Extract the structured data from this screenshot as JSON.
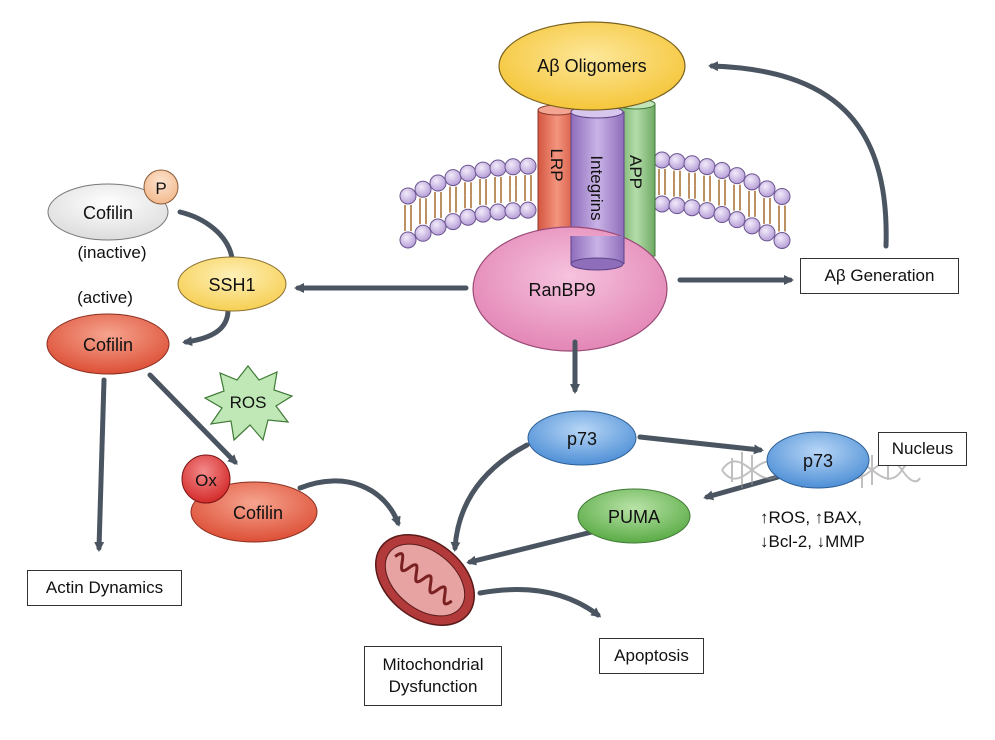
{
  "nodes": {
    "ab_oligomers": "Aβ Oligomers",
    "lrp": "LRP",
    "integrins": "Integrins",
    "app": "APP",
    "ranbp9": "RanBP9",
    "ab_generation": "Aβ Generation",
    "cofilin_inactive": "Cofilin",
    "phospho": "P",
    "inactive_label": "(inactive)",
    "ssh1": "SSH1",
    "active_label": "(active)",
    "cofilin_active": "Cofilin",
    "ros": "ROS",
    "ox": "Ox",
    "cofilin_ox": "Cofilin",
    "actin_dynamics": "Actin Dynamics",
    "mito_line1": "Mitochondrial",
    "mito_line2": "Dysfunction",
    "apoptosis": "Apoptosis",
    "p73_cyto": "p73",
    "p73_nuc": "p73",
    "nucleus": "Nucleus",
    "puma": "PUMA",
    "effects_line1": "↑ROS, ↑BAX,",
    "effects_line2": "↓Bcl-2, ↓MMP"
  },
  "colors": {
    "arrow": "#4a5561",
    "oligomer_fill": "#fbd75c",
    "lrp_fill": "#e8745e",
    "integrins_fill": "#a98ccc",
    "app_fill": "#8dc483",
    "ranbp9_fill": "#eb9bc4",
    "cofilin_red": "#e8624c",
    "ssh1_fill": "#fbd970",
    "p73_fill": "#6aa5e3",
    "puma_fill": "#6dbb55",
    "ros_fill": "#a6dba0",
    "lipid_head": "#c9b6e6",
    "lipid_tail": "#a66a2a"
  }
}
